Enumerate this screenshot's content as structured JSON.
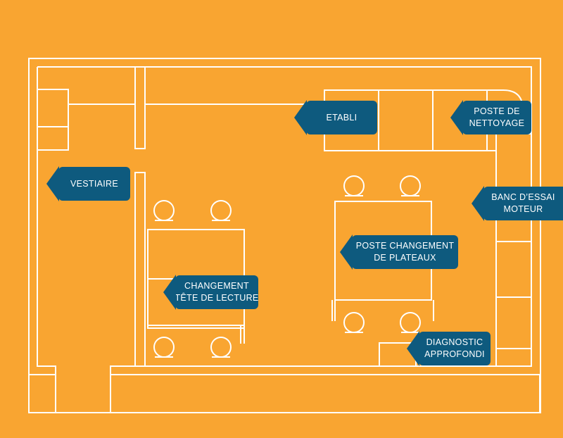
{
  "diagram": {
    "colors": {
      "background": "#F9A531",
      "wall": "#FFFFFF",
      "label_bg": "#0E5A7E",
      "label_text": "#FFFFFF"
    },
    "labels": {
      "etabli": [
        "ETABLI"
      ],
      "poste_nettoyage": [
        "POSTE DE",
        "NETTOYAGE"
      ],
      "vestiaire": [
        "VESTIAIRE"
      ],
      "banc_essai": [
        "BANC D’ESSAI",
        "MOTEUR"
      ],
      "poste_plateaux": [
        "POSTE CHANGEMENT",
        "DE PLATEAUX"
      ],
      "changement_tete": [
        "CHANGEMENT",
        "TÊTE DE LECTURE"
      ],
      "diagnostic": [
        "DIAGNOSTIC",
        "APPROFONDI"
      ]
    }
  }
}
